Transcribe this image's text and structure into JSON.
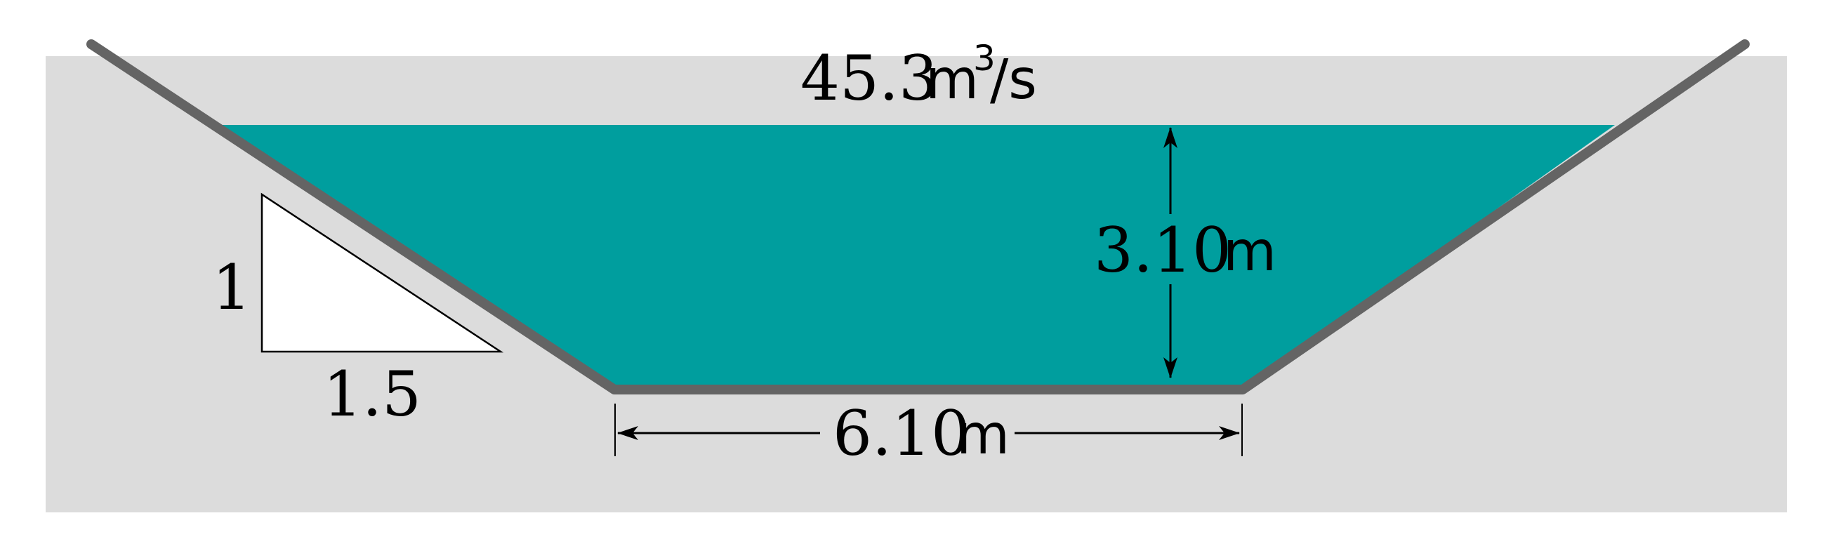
{
  "diagram": {
    "flow_rate": {
      "value": "45.3",
      "unit": "m",
      "exponent": "3",
      "suffix": "/s"
    },
    "depth": {
      "value": "3.10",
      "unit": "m"
    },
    "bottom_width": {
      "value": "6.10",
      "unit": "m"
    },
    "side_slope": {
      "rise": "1",
      "run": "1.5"
    },
    "colors": {
      "ground": "#dcdcdc",
      "water": "#009e9e",
      "channel_wall": "#646464",
      "slope_triangle": "#ffffff",
      "ink": "#000000"
    }
  }
}
